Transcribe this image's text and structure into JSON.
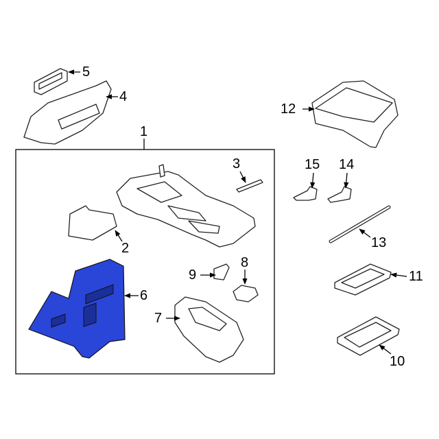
{
  "diagram": {
    "callouts": [
      "1",
      "2",
      "3",
      "4",
      "5",
      "6",
      "7",
      "8",
      "9",
      "10",
      "11",
      "12",
      "13",
      "14",
      "15"
    ],
    "highlight_color": "#2a46d8"
  }
}
